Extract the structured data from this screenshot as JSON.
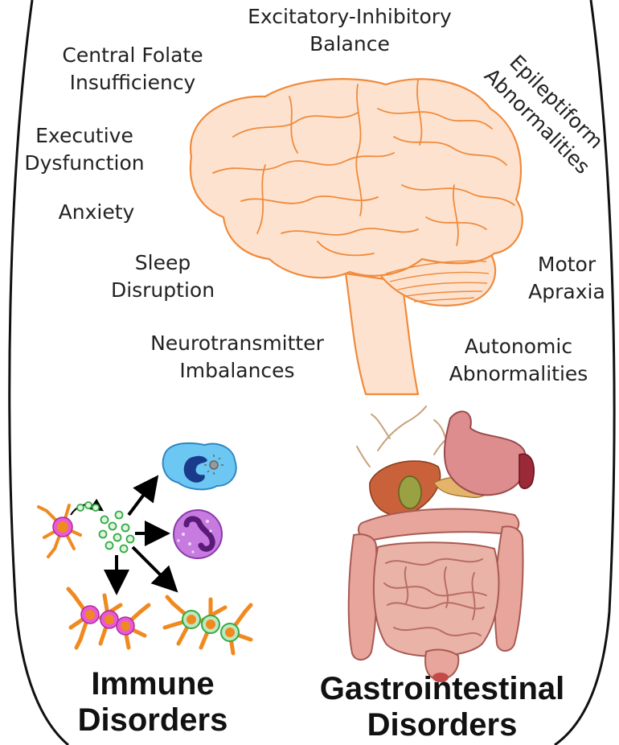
{
  "brain_labels": {
    "excitatory_inhibitory": [
      "Excitatory-Inhibitory",
      "Balance"
    ],
    "central_folate": [
      "Central Folate",
      "Insufficiency"
    ],
    "epileptiform": [
      "Epileptiform",
      "Abnormalities"
    ],
    "executive": [
      "Executive",
      "Dysfunction"
    ],
    "anxiety": "Anxiety",
    "sleep": [
      "Sleep",
      "Disruption"
    ],
    "motor": [
      "Motor",
      "Apraxia"
    ],
    "neurotransmitter": [
      "Neurotransmitter",
      "Imbalances"
    ],
    "autonomic": [
      "Autonomic",
      "Abnormalities"
    ]
  },
  "section_titles": {
    "immune": [
      "Immune",
      "Disorders"
    ],
    "gastrointestinal": [
      "Gastrointestinal",
      "Disorders"
    ]
  },
  "colors": {
    "brain_fill": "#fde3cf",
    "brain_stroke": "#f08a3c",
    "cell_orange": "#f08a1e",
    "cell_magenta": "#e85ad6",
    "cell_green": "#66c86e",
    "macrophage_blue": "#6cc7f2",
    "neutrophil_purple": "#c77be0",
    "intestine_pink": "#e8a59c",
    "stomach_pink": "#de8d8f",
    "arrow": "#000000"
  },
  "icons": {
    "brain": "brain-icon",
    "dendritic_cell": "dendritic-cell-icon",
    "macrophage": "macrophage-icon",
    "neutrophil": "neutrophil-icon",
    "mast_cell": "mast-cell-icon",
    "digestive_tract": "digestive-tract-icon"
  }
}
